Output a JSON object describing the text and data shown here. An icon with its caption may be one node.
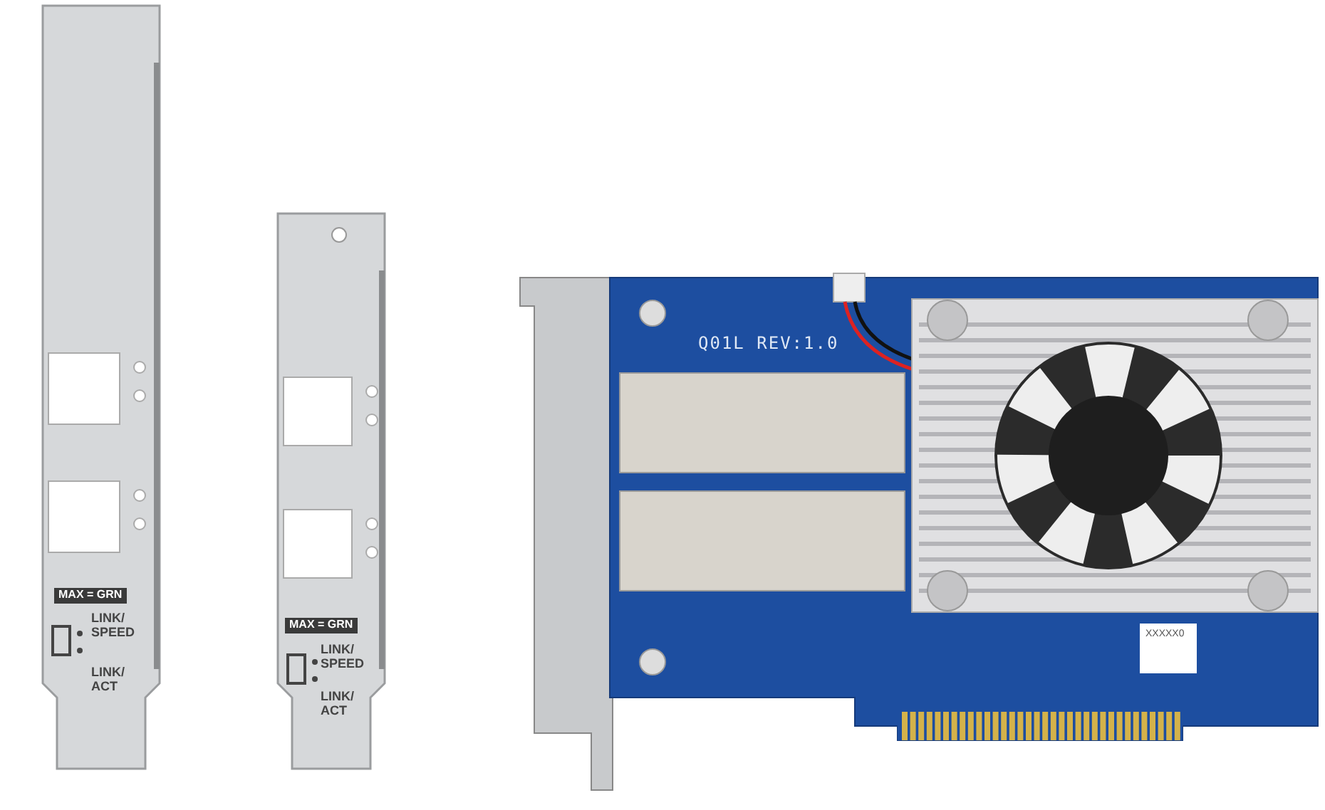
{
  "diagram": {
    "labels": [
      "MAX = GRN",
      "LINK/ SPEED",
      "LINK/ ACT",
      "MAX = GRN",
      "LINK/ SPEED",
      "LINK/ ACT",
      "Q01L REV:1.0",
      "XXXXX0"
    ]
  }
}
